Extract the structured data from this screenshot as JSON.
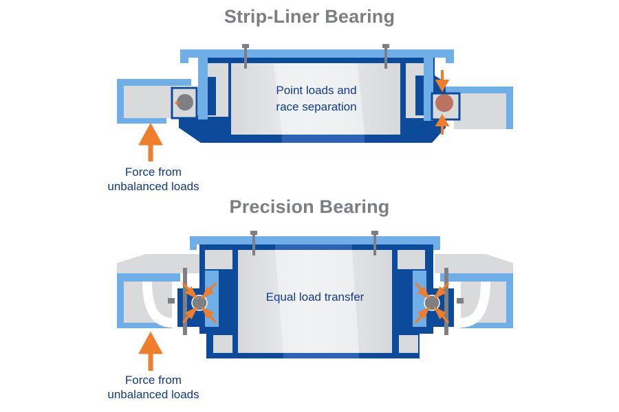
{
  "top": {
    "title": "Strip-Liner Bearing",
    "inner_label_line1": "Point loads and",
    "inner_label_line2": "race separation",
    "force_line1": "Force from",
    "force_line2": "unbalanced loads"
  },
  "bottom": {
    "title": "Precision Bearing",
    "inner_label": "Equal load transfer",
    "force_line1": "Force from",
    "force_line2": "unbalanced loads"
  },
  "colors": {
    "dark_blue": "#0e4a9a",
    "light_blue": "#6faee6",
    "gray": "#d9dadc",
    "orange": "#ee7d2c",
    "text_blue": "#0f3a8c",
    "title_gray": "#7b7e83"
  }
}
